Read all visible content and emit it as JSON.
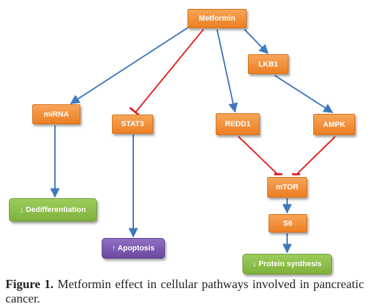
{
  "nodes": {
    "metformin": "Metformin",
    "lkb1": "LKB1",
    "mirna": "miRNA",
    "stat3": "STAT3",
    "redd1": "REDD1",
    "ampk": "AMPK",
    "mtor": "mTOR",
    "s6": "S6",
    "dedifferentiation": "↓ Dedifferentiation",
    "apoptosis": "↑ Apoptosis",
    "protein_synthesis": "↓ Protein synthesis"
  },
  "colors": {
    "activation": "#3f79bd",
    "inhibition": "#e32020",
    "node_orange": "#ec7f22",
    "outcome_green": "#8dc04b",
    "outcome_purple": "#7a59b2"
  },
  "edges": [
    {
      "from": "Metformin",
      "to": "LKB1",
      "type": "activation"
    },
    {
      "from": "Metformin",
      "to": "miRNA",
      "type": "activation"
    },
    {
      "from": "Metformin",
      "to": "STAT3",
      "type": "inhibition"
    },
    {
      "from": "Metformin",
      "to": "REDD1",
      "type": "activation"
    },
    {
      "from": "LKB1",
      "to": "AMPK",
      "type": "activation"
    },
    {
      "from": "miRNA",
      "to": "↓ Dedifferentiation",
      "type": "activation"
    },
    {
      "from": "STAT3",
      "to": "↑ Apoptosis",
      "type": "activation"
    },
    {
      "from": "REDD1",
      "to": "mTOR",
      "type": "inhibition"
    },
    {
      "from": "AMPK",
      "to": "mTOR",
      "type": "inhibition"
    },
    {
      "from": "mTOR",
      "to": "S6",
      "type": "activation"
    },
    {
      "from": "S6",
      "to": "↓ Protein synthesis",
      "type": "activation"
    }
  ],
  "caption": {
    "label": "Figure 1.",
    "text": " Metformin effect in cellular pathways involved in pancreatic cancer."
  }
}
